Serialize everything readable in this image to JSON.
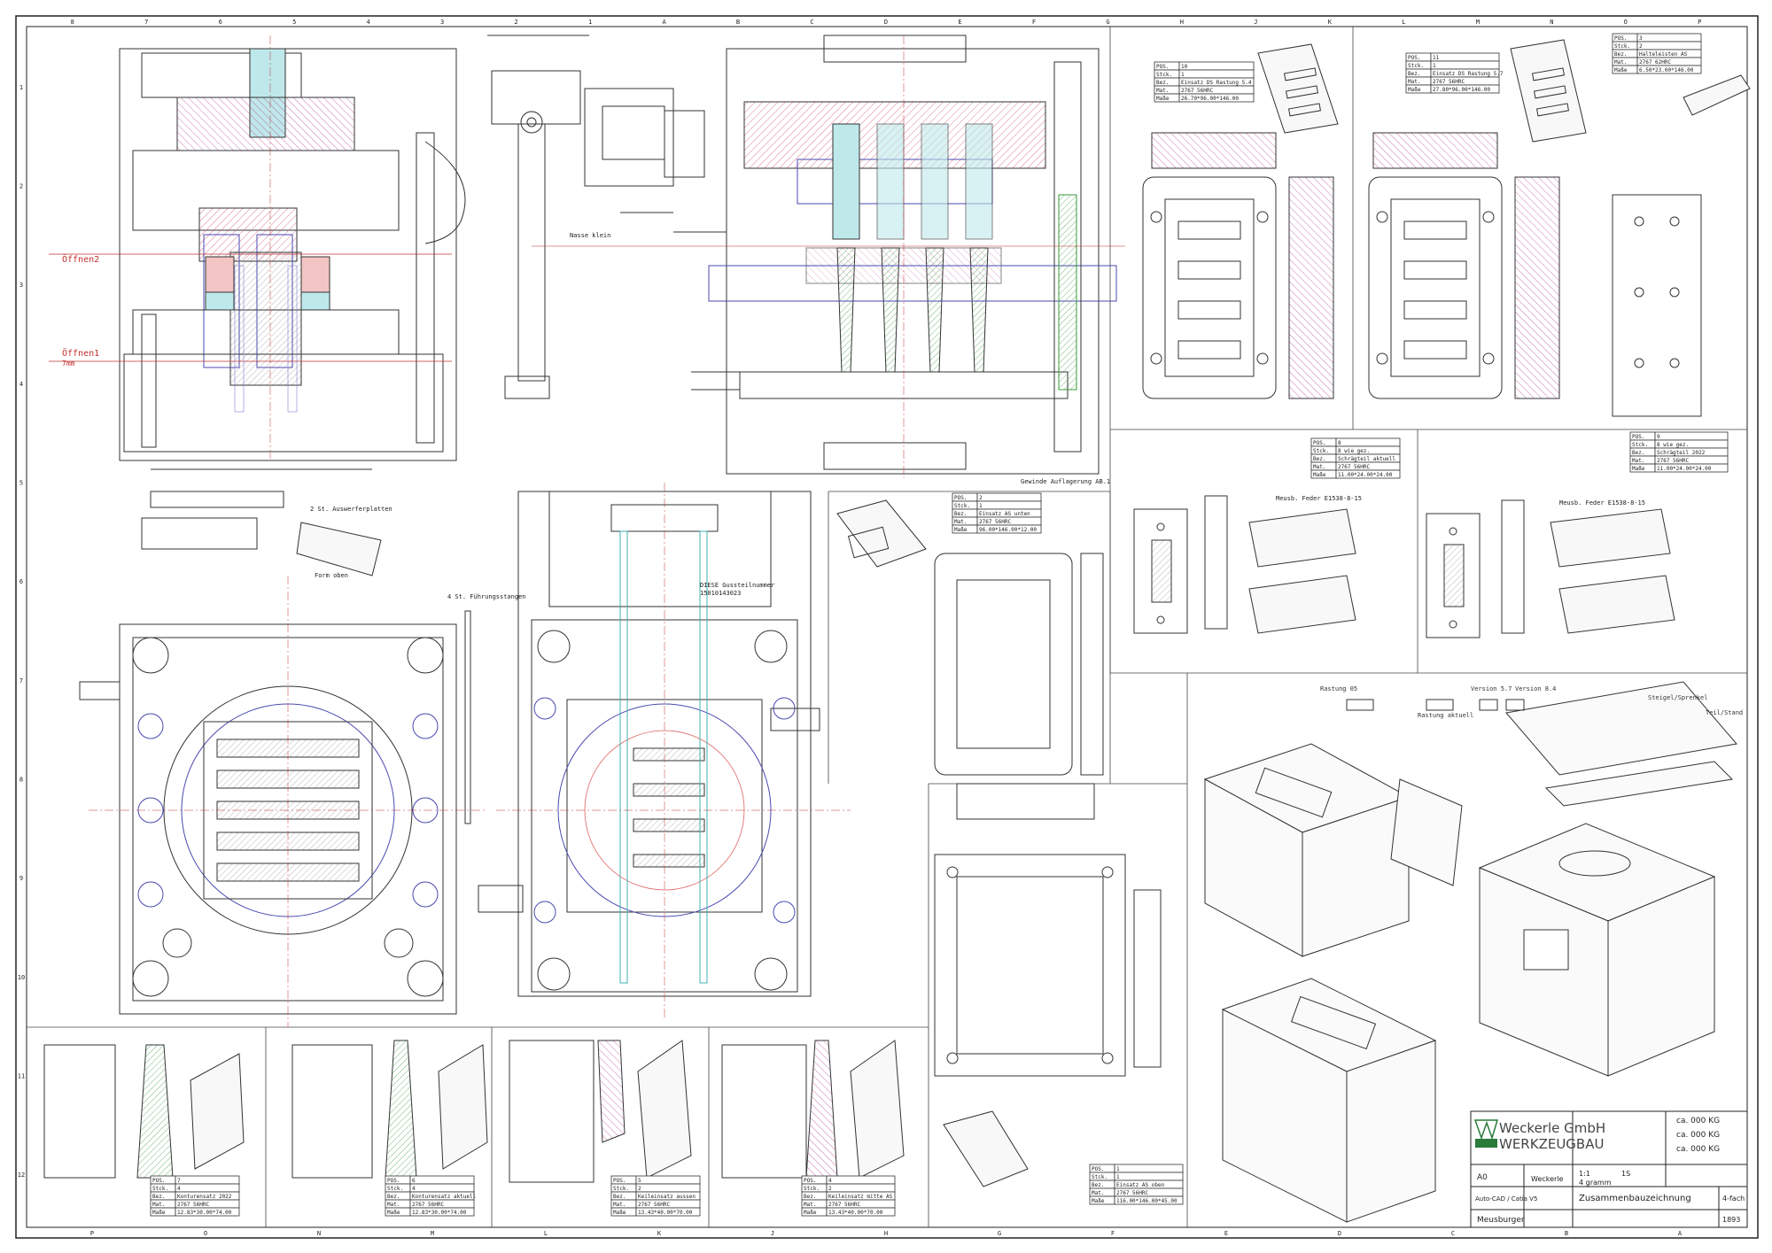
{
  "sheet": {
    "border_top": [
      "8",
      "7",
      "6",
      "5",
      "4",
      "3",
      "2",
      "1",
      "A",
      "B",
      "C",
      "D",
      "E",
      "F",
      "G",
      "H",
      "J",
      "K",
      "L",
      "M",
      "N",
      "O",
      "P"
    ],
    "border_bottom": [
      "P",
      "O",
      "N",
      "M",
      "L",
      "K",
      "J",
      "H",
      "G",
      "F",
      "E",
      "D",
      "C",
      "B",
      "A"
    ],
    "border_left": [
      "1",
      "2",
      "3",
      "4",
      "5",
      "6",
      "7",
      "8",
      "9",
      "10",
      "11",
      "12"
    ]
  },
  "labels": {
    "oeffnen2": "Öffnen2",
    "oeffnen1": "Öffnen1",
    "oeffnen1_sub": "7mm",
    "nasse": "Nasse klein",
    "gewinde": "Gewinde Auflagerung AB.1",
    "auswerfer": "2 St. Auswerferplatten",
    "form_oben": "Form oben",
    "fuehrung": "4 St. Führungsstangen",
    "customer_note": "DIESE Gussteilnummer",
    "customer_no": "15010143023",
    "feder1": "Meusb. Feder E1538-8-15",
    "feder2": "Meusb. Feder E1538-8-15",
    "detail_a": "Rastung 05",
    "detail_b": "Rastung aktuell",
    "detail_c": "Version 5.7",
    "detail_d": "Version 8.4",
    "iso_a": "Steigel/Sprenkel",
    "iso_b": "Teil/Stand"
  },
  "tables": [
    {
      "rows": [
        [
          "POS.",
          "10"
        ],
        [
          "Stck.",
          "1"
        ],
        [
          "Bez.",
          "Einsatz DS Rastung 5.4"
        ],
        [
          "Mat.",
          "2767 56HRC"
        ],
        [
          "Maße",
          "26.70*96.00*146.00"
        ]
      ]
    },
    {
      "rows": [
        [
          "POS.",
          "11"
        ],
        [
          "Stck.",
          "1"
        ],
        [
          "Bez.",
          "Einsatz DS Rastung 5.7"
        ],
        [
          "Mat.",
          "2767 56HRC"
        ],
        [
          "Maße",
          "27.80*96.00*146.00"
        ]
      ]
    },
    {
      "rows": [
        [
          "POS.",
          "3"
        ],
        [
          "Stck.",
          "2"
        ],
        [
          "Bez.",
          "Halteleisten AS"
        ],
        [
          "Mat.",
          "2767 62HRC"
        ],
        [
          "Maße",
          "6.50*23.00*146.00"
        ]
      ]
    },
    {
      "rows": [
        [
          "POS.",
          "8"
        ],
        [
          "Stck.",
          "8 wie gez."
        ],
        [
          "Bez.",
          "Schrägteil aktuell"
        ],
        [
          "Mat.",
          "2767 56HRC"
        ],
        [
          "Maße",
          "11.00*24.00*24.00"
        ]
      ]
    },
    {
      "rows": [
        [
          "POS.",
          "9"
        ],
        [
          "Stck.",
          "8 wie gez."
        ],
        [
          "Bez.",
          "Schrägteil 2022"
        ],
        [
          "Mat.",
          "2767 56HRC"
        ],
        [
          "Maße",
          "11.00*24.00*24.00"
        ]
      ]
    },
    {
      "rows": [
        [
          "POS.",
          "2"
        ],
        [
          "Stck.",
          "1"
        ],
        [
          "Bez.",
          "Einsatz AS unten"
        ],
        [
          "Mat.",
          "2767 56HRC"
        ],
        [
          "Maße",
          "96.00*146.00*12.00"
        ]
      ]
    },
    {
      "rows": [
        [
          "POS.",
          "1"
        ],
        [
          "Stck.",
          "1"
        ],
        [
          "Bez.",
          "Einsatz AS oben"
        ],
        [
          "Mat.",
          "2767 56HRC"
        ],
        [
          "Maße",
          "116.00*146.00*45.00"
        ]
      ]
    },
    {
      "rows": [
        [
          "POS.",
          "7"
        ],
        [
          "Stck.",
          "4"
        ],
        [
          "Bez.",
          "Konturensatz 2022"
        ],
        [
          "Mat.",
          "2767 56HRC"
        ],
        [
          "Maße",
          "12.83*30.00*74.00"
        ]
      ]
    },
    {
      "rows": [
        [
          "POS.",
          "6"
        ],
        [
          "Stck.",
          "4"
        ],
        [
          "Bez.",
          "Konturensatz aktuell"
        ],
        [
          "Mat.",
          "2767 56HRC"
        ],
        [
          "Maße",
          "12.83*30.00*74.00"
        ]
      ]
    },
    {
      "rows": [
        [
          "POS.",
          "5"
        ],
        [
          "Stck.",
          "2"
        ],
        [
          "Bez.",
          "Keileinsatz aussen"
        ],
        [
          "Mat.",
          "2767 56HRC"
        ],
        [
          "Maße",
          "13.43*40.00*70.00"
        ]
      ]
    },
    {
      "rows": [
        [
          "POS.",
          "4"
        ],
        [
          "Stck.",
          "2"
        ],
        [
          "Bez.",
          "Keileinsatz mitte AS"
        ],
        [
          "Mat.",
          "2767 56HRC"
        ],
        [
          "Maße",
          "13.43*40.00*70.00"
        ]
      ]
    }
  ],
  "title_block": {
    "company": "Weckerle GmbH",
    "division": "WERKZEUGBAU",
    "weight1": "ca. 000 KG",
    "weight2": "ca. 000 KG",
    "weight3": "ca. 000 KG",
    "format": "A0",
    "scale": "1:1",
    "sheet_no": "1S",
    "gram": "4 gramm",
    "designer": "Weckerle",
    "software": "Auto-CAD / Catia V5",
    "drawing_title": "Zusammenbauzeichnung",
    "fach": "4-fach",
    "author": "Meusburger",
    "number": "1893"
  }
}
